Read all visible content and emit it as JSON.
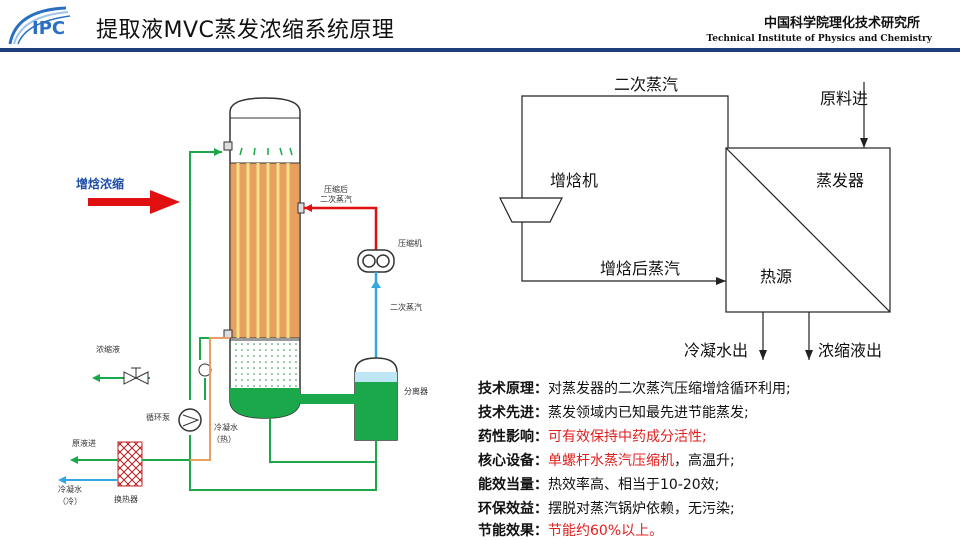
{
  "header": {
    "title": "提取液MVC蒸发浓缩系统原理",
    "logo_text": "IPC",
    "org_cn": "中国科学院理化技术研究所",
    "org_en": "Technical Institute of Physics and Chemistry"
  },
  "left_diagram": {
    "label_concentrate_heat": "增焓浓缩",
    "label_compressed_steam_1": "压缩后",
    "label_compressed_steam_2": "二次蒸汽",
    "label_compressor": "压缩机",
    "label_secondary_steam": "二次蒸汽",
    "label_separator": "分离器",
    "label_concentrate": "浓缩液",
    "label_pump": "循环泵",
    "label_condensate_hot_1": "冷凝水",
    "label_condensate_hot_2": "（热）",
    "label_raw_in": "原液进",
    "label_condensate_cold_1": "冷凝水",
    "label_condensate_cold_2": "（冷）",
    "label_heat_exchanger": "换热器"
  },
  "right_diagram": {
    "label_secondary_steam": "二次蒸汽",
    "label_feed_in": "原料进",
    "label_enthalpy_machine": "增焓机",
    "label_evaporator": "蒸发器",
    "label_heated_steam": "增焓后蒸汽",
    "label_heat_source": "热源",
    "label_condensate_out": "冷凝水出",
    "label_concentrate_out": "浓缩液出"
  },
  "bullets": [
    {
      "key": "技术原理：",
      "text": "对蒸发器的二次蒸汽压缩增焓循环利用;",
      "highlight": "",
      "tail": ""
    },
    {
      "key": "技术先进：",
      "text": "蒸发领域内已知最先进节能蒸发;",
      "highlight": "",
      "tail": ""
    },
    {
      "key": "药性影响：",
      "text": "",
      "highlight": "可有效保持中药成分活性;",
      "tail": ""
    },
    {
      "key": "核心设备：",
      "text": "",
      "highlight": "单螺杆水蒸汽压缩机",
      "tail": "，高温升;"
    },
    {
      "key": "能效当量：",
      "text": "热效率高、相当于10-20效;",
      "highlight": "",
      "tail": ""
    },
    {
      "key": "环保效益：",
      "text": "摆脱对蒸汽锅炉依赖，无污染;",
      "highlight": "",
      "tail": ""
    },
    {
      "key": "节能效果：",
      "text": "",
      "highlight": "节能约60%以上。",
      "tail": ""
    }
  ],
  "colors": {
    "header_line": "#1f3f7a",
    "steam_red": "#e01010",
    "steam_blue": "#33a8e0",
    "liquid_green": "#1aa84a",
    "column_orange": "#e8a060",
    "highlight_red": "#e02020"
  }
}
